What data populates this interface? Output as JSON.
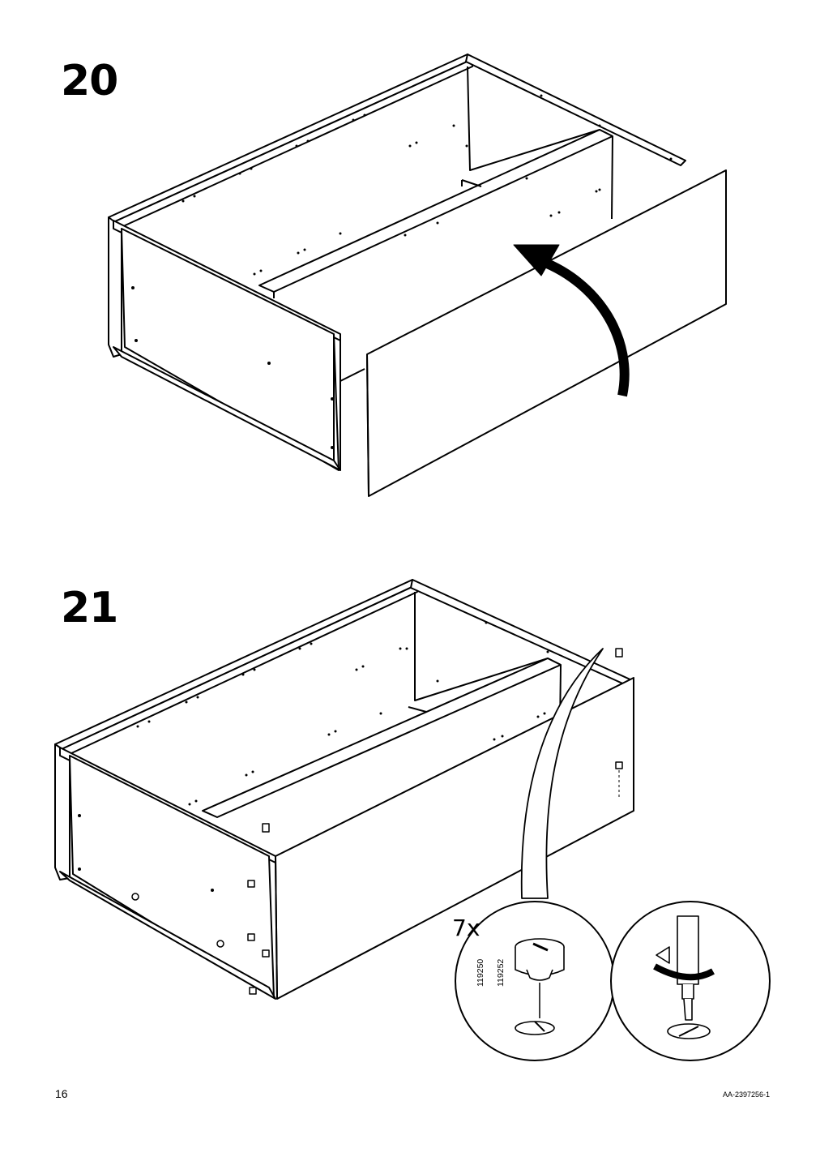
{
  "page": {
    "page_number": "16",
    "document_code": "AA-2397256-1"
  },
  "steps": [
    {
      "number": "20"
    },
    {
      "number": "21",
      "quantity": "7x",
      "part_numbers": [
        "119250",
        "119252"
      ]
    }
  ],
  "icons": [
    "curved-arrow-icon",
    "cam-lock-fitting-icon",
    "screwdriver-turn-icon"
  ]
}
